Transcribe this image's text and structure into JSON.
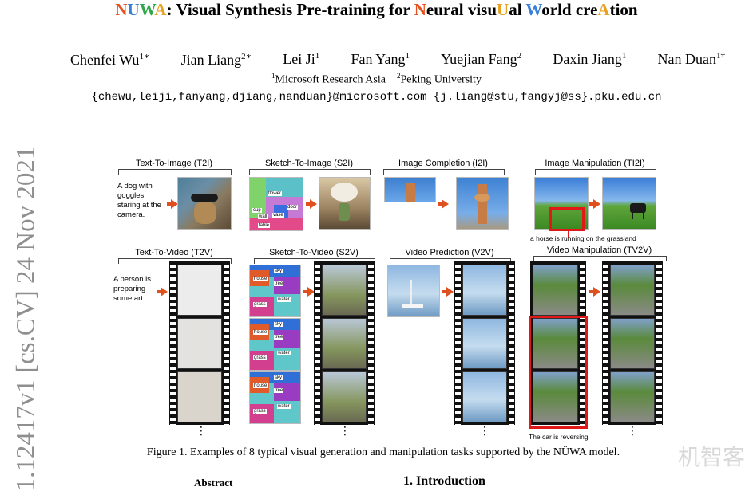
{
  "title": {
    "parts": [
      {
        "text": "N",
        "color": "#e8501e"
      },
      {
        "text": "U",
        "color": "#3a7fd9"
      },
      {
        "text": "W",
        "color": "#2ea84a"
      },
      {
        "text": "A",
        "color": "#e8a11e"
      },
      {
        "text": ": Visual Synthesis Pre-training for ",
        "color": "#000000"
      },
      {
        "text": "N",
        "color": "#e8501e"
      },
      {
        "text": "eural visu",
        "color": "#000000"
      },
      {
        "text": "U",
        "color": "#e8a11e"
      },
      {
        "text": "al ",
        "color": "#000000"
      },
      {
        "text": "W",
        "color": "#3a7fd9"
      },
      {
        "text": "orld cre",
        "color": "#000000"
      },
      {
        "text": "A",
        "color": "#e8a11e"
      },
      {
        "text": "tion",
        "color": "#000000"
      }
    ]
  },
  "authors": [
    {
      "name": "Chenfei Wu",
      "sup": "1∗"
    },
    {
      "name": "Jian Liang",
      "sup": "2∗"
    },
    {
      "name": "Lei Ji",
      "sup": "1"
    },
    {
      "name": "Fan Yang",
      "sup": "1"
    },
    {
      "name": "Yuejian Fang",
      "sup": "2"
    },
    {
      "name": "Daxin Jiang",
      "sup": "1"
    },
    {
      "name": "Nan Duan",
      "sup": "1†"
    }
  ],
  "affiliations": {
    "a1_sup": "1",
    "a1": "Microsoft Research Asia",
    "a2_sup": "2",
    "a2": "Peking University"
  },
  "emails": "{chewu,leiji,fanyang,djiang,nanduan}@microsoft.com {j.liang@stu,fangyj@ss}.pku.edu.cn",
  "arxiv_id": "1.12417v1 [cs.CV] 24 Nov 2021",
  "tasks": {
    "t2i": "Text-To-Image (T2I)",
    "s2i": "Sketch-To-Image (S2I)",
    "i2i": "Image Completion (I2I)",
    "ti2i": "Image Manipulation (TI2I)",
    "t2v": "Text-To-Video (T2V)",
    "s2v": "Sketch-To-Video (S2V)",
    "v2v": "Video Prediction (V2V)",
    "tv2v": "Video Manipulation (TV2V)"
  },
  "prompts": {
    "t2i": "A dog with goggles staring at the camera.",
    "t2v": "A person is preparing some art.",
    "ti2i": "a horse is running on the grassland",
    "tv2v": "The car is reversing"
  },
  "sketch_labels": {
    "s2i": [
      "flower",
      "cup",
      "wall",
      "vase",
      "door",
      "table"
    ],
    "s2v": [
      "sky",
      "house",
      "tree",
      "grass",
      "water"
    ]
  },
  "dots": "⋮",
  "figure_caption": "Figure 1. Examples of 8 typical visual generation and manipulation tasks supported by the NÜWA model.",
  "abstract_heading": "Abstract",
  "intro_heading": "1. Introduction",
  "watermark": "机智客"
}
